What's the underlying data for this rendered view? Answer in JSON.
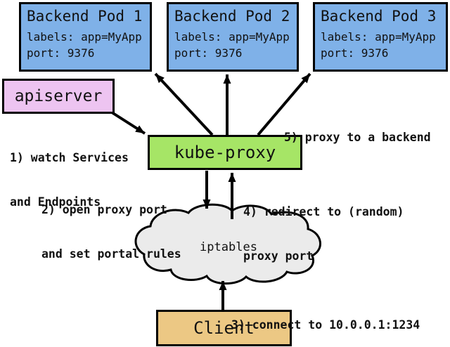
{
  "diagram": {
    "pods": [
      {
        "title": "Backend Pod 1",
        "labels": "labels: app=MyApp",
        "port": "port: 9376"
      },
      {
        "title": "Backend Pod 2",
        "labels": "labels: app=MyApp",
        "port": "port: 9376"
      },
      {
        "title": "Backend Pod 3",
        "labels": "labels: app=MyApp",
        "port": "port: 9376"
      }
    ],
    "apiserver": {
      "label": "apiserver"
    },
    "kube_proxy": {
      "label": "kube-proxy"
    },
    "iptables": {
      "label": "iptables"
    },
    "client": {
      "label": "Client"
    },
    "annotations": {
      "step1_line1": "1) watch Services",
      "step1_line2": "and Endpoints",
      "step2_line1": "2) open proxy port",
      "step2_line2": "and set portal rules",
      "step3": "3) connect to 10.0.0.1:1234",
      "step4_line1": "4) redirect to (random)",
      "step4_line2": "proxy port",
      "step5": "5) proxy to a backend"
    }
  },
  "colors": {
    "pod_fill": "#7fb1e8",
    "apiserver_fill": "#edc4f1",
    "kube_proxy_fill": "#a6e566",
    "cloud_fill": "#ebebeb",
    "client_fill": "#ecc884",
    "line": "#000000",
    "text": "#111111"
  }
}
